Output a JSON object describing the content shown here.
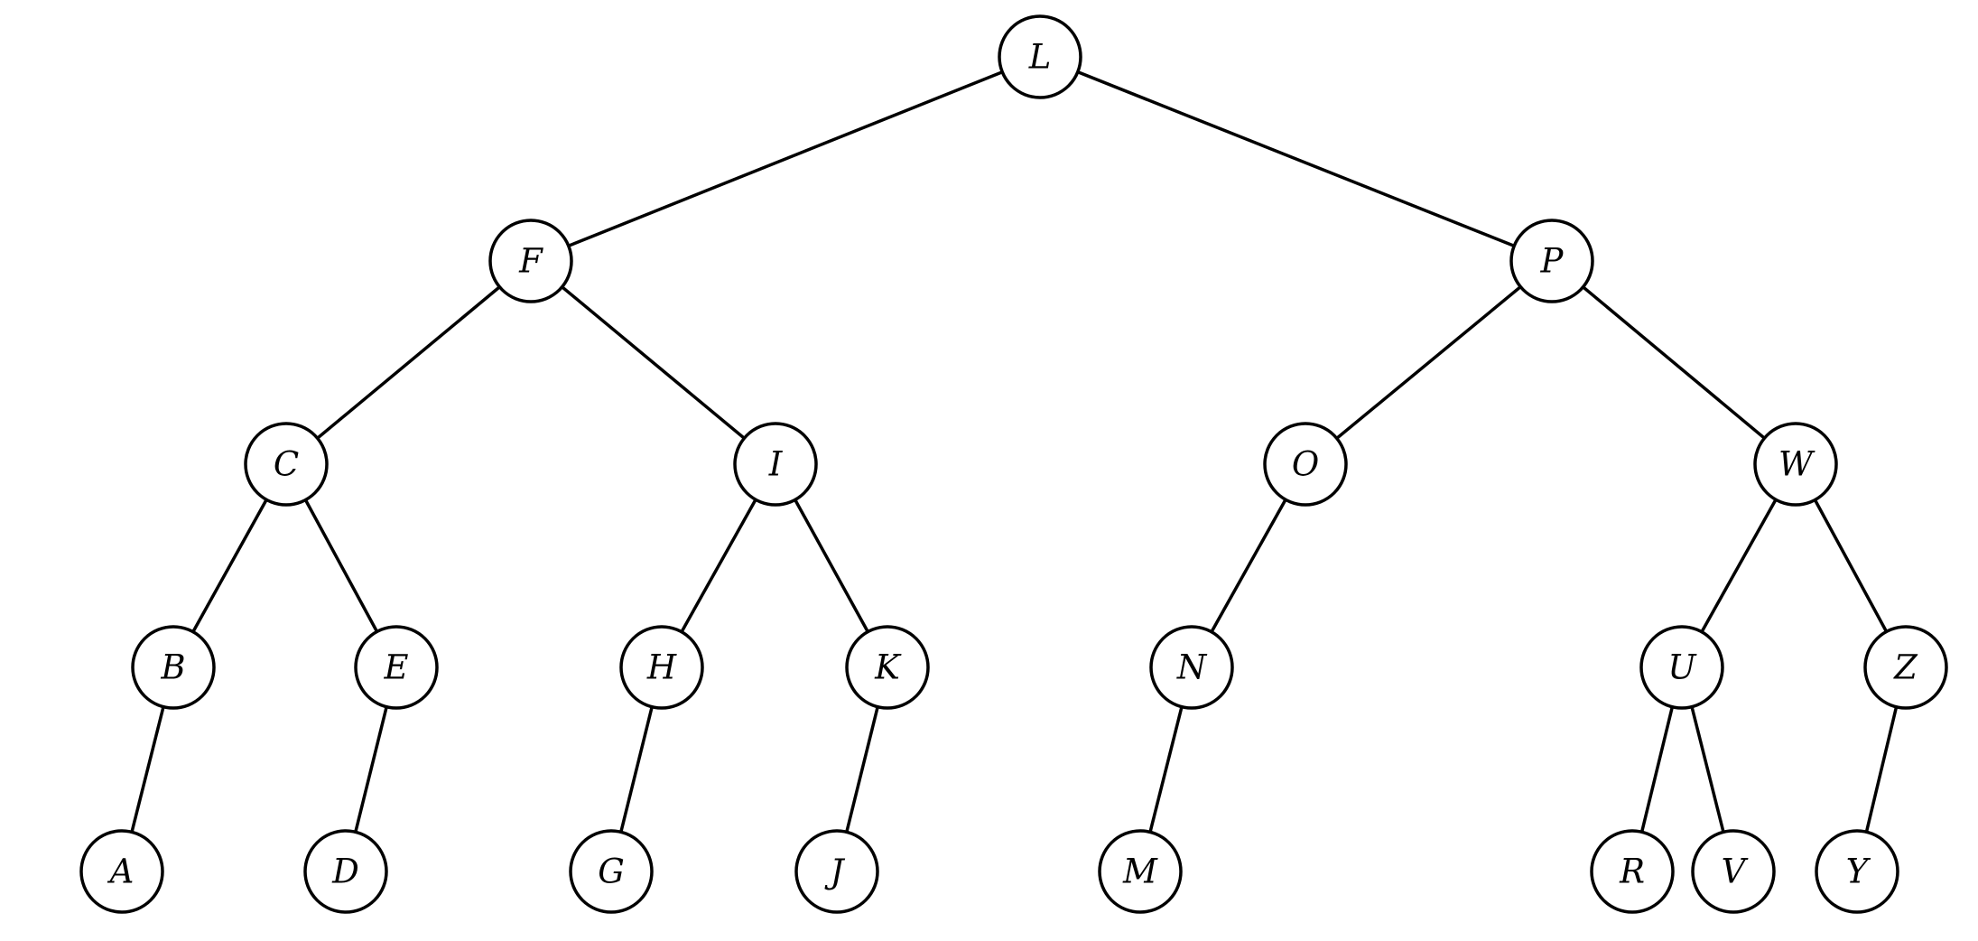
{
  "tree": {
    "root": "L",
    "nodes": [
      {
        "id": "L"
      },
      {
        "id": "F"
      },
      {
        "id": "P"
      },
      {
        "id": "C"
      },
      {
        "id": "I"
      },
      {
        "id": "O"
      },
      {
        "id": "W"
      },
      {
        "id": "B"
      },
      {
        "id": "E"
      },
      {
        "id": "H"
      },
      {
        "id": "K"
      },
      {
        "id": "N"
      },
      {
        "id": "U"
      },
      {
        "id": "Z"
      },
      {
        "id": "A"
      },
      {
        "id": "D"
      },
      {
        "id": "G"
      },
      {
        "id": "J"
      },
      {
        "id": "M"
      },
      {
        "id": "R"
      },
      {
        "id": "V"
      },
      {
        "id": "Y"
      }
    ],
    "edges": [
      [
        "L",
        "F"
      ],
      [
        "L",
        "P"
      ],
      [
        "F",
        "C"
      ],
      [
        "F",
        "I"
      ],
      [
        "P",
        "O"
      ],
      [
        "P",
        "W"
      ],
      [
        "C",
        "B"
      ],
      [
        "C",
        "E"
      ],
      [
        "I",
        "H"
      ],
      [
        "I",
        "K"
      ],
      [
        "O",
        "N"
      ],
      [
        "W",
        "U"
      ],
      [
        "W",
        "Z"
      ],
      [
        "B",
        "A"
      ],
      [
        "E",
        "D"
      ],
      [
        "H",
        "G"
      ],
      [
        "K",
        "J"
      ],
      [
        "N",
        "M"
      ],
      [
        "U",
        "R"
      ],
      [
        "U",
        "V"
      ],
      [
        "Z",
        "Y"
      ]
    ]
  }
}
